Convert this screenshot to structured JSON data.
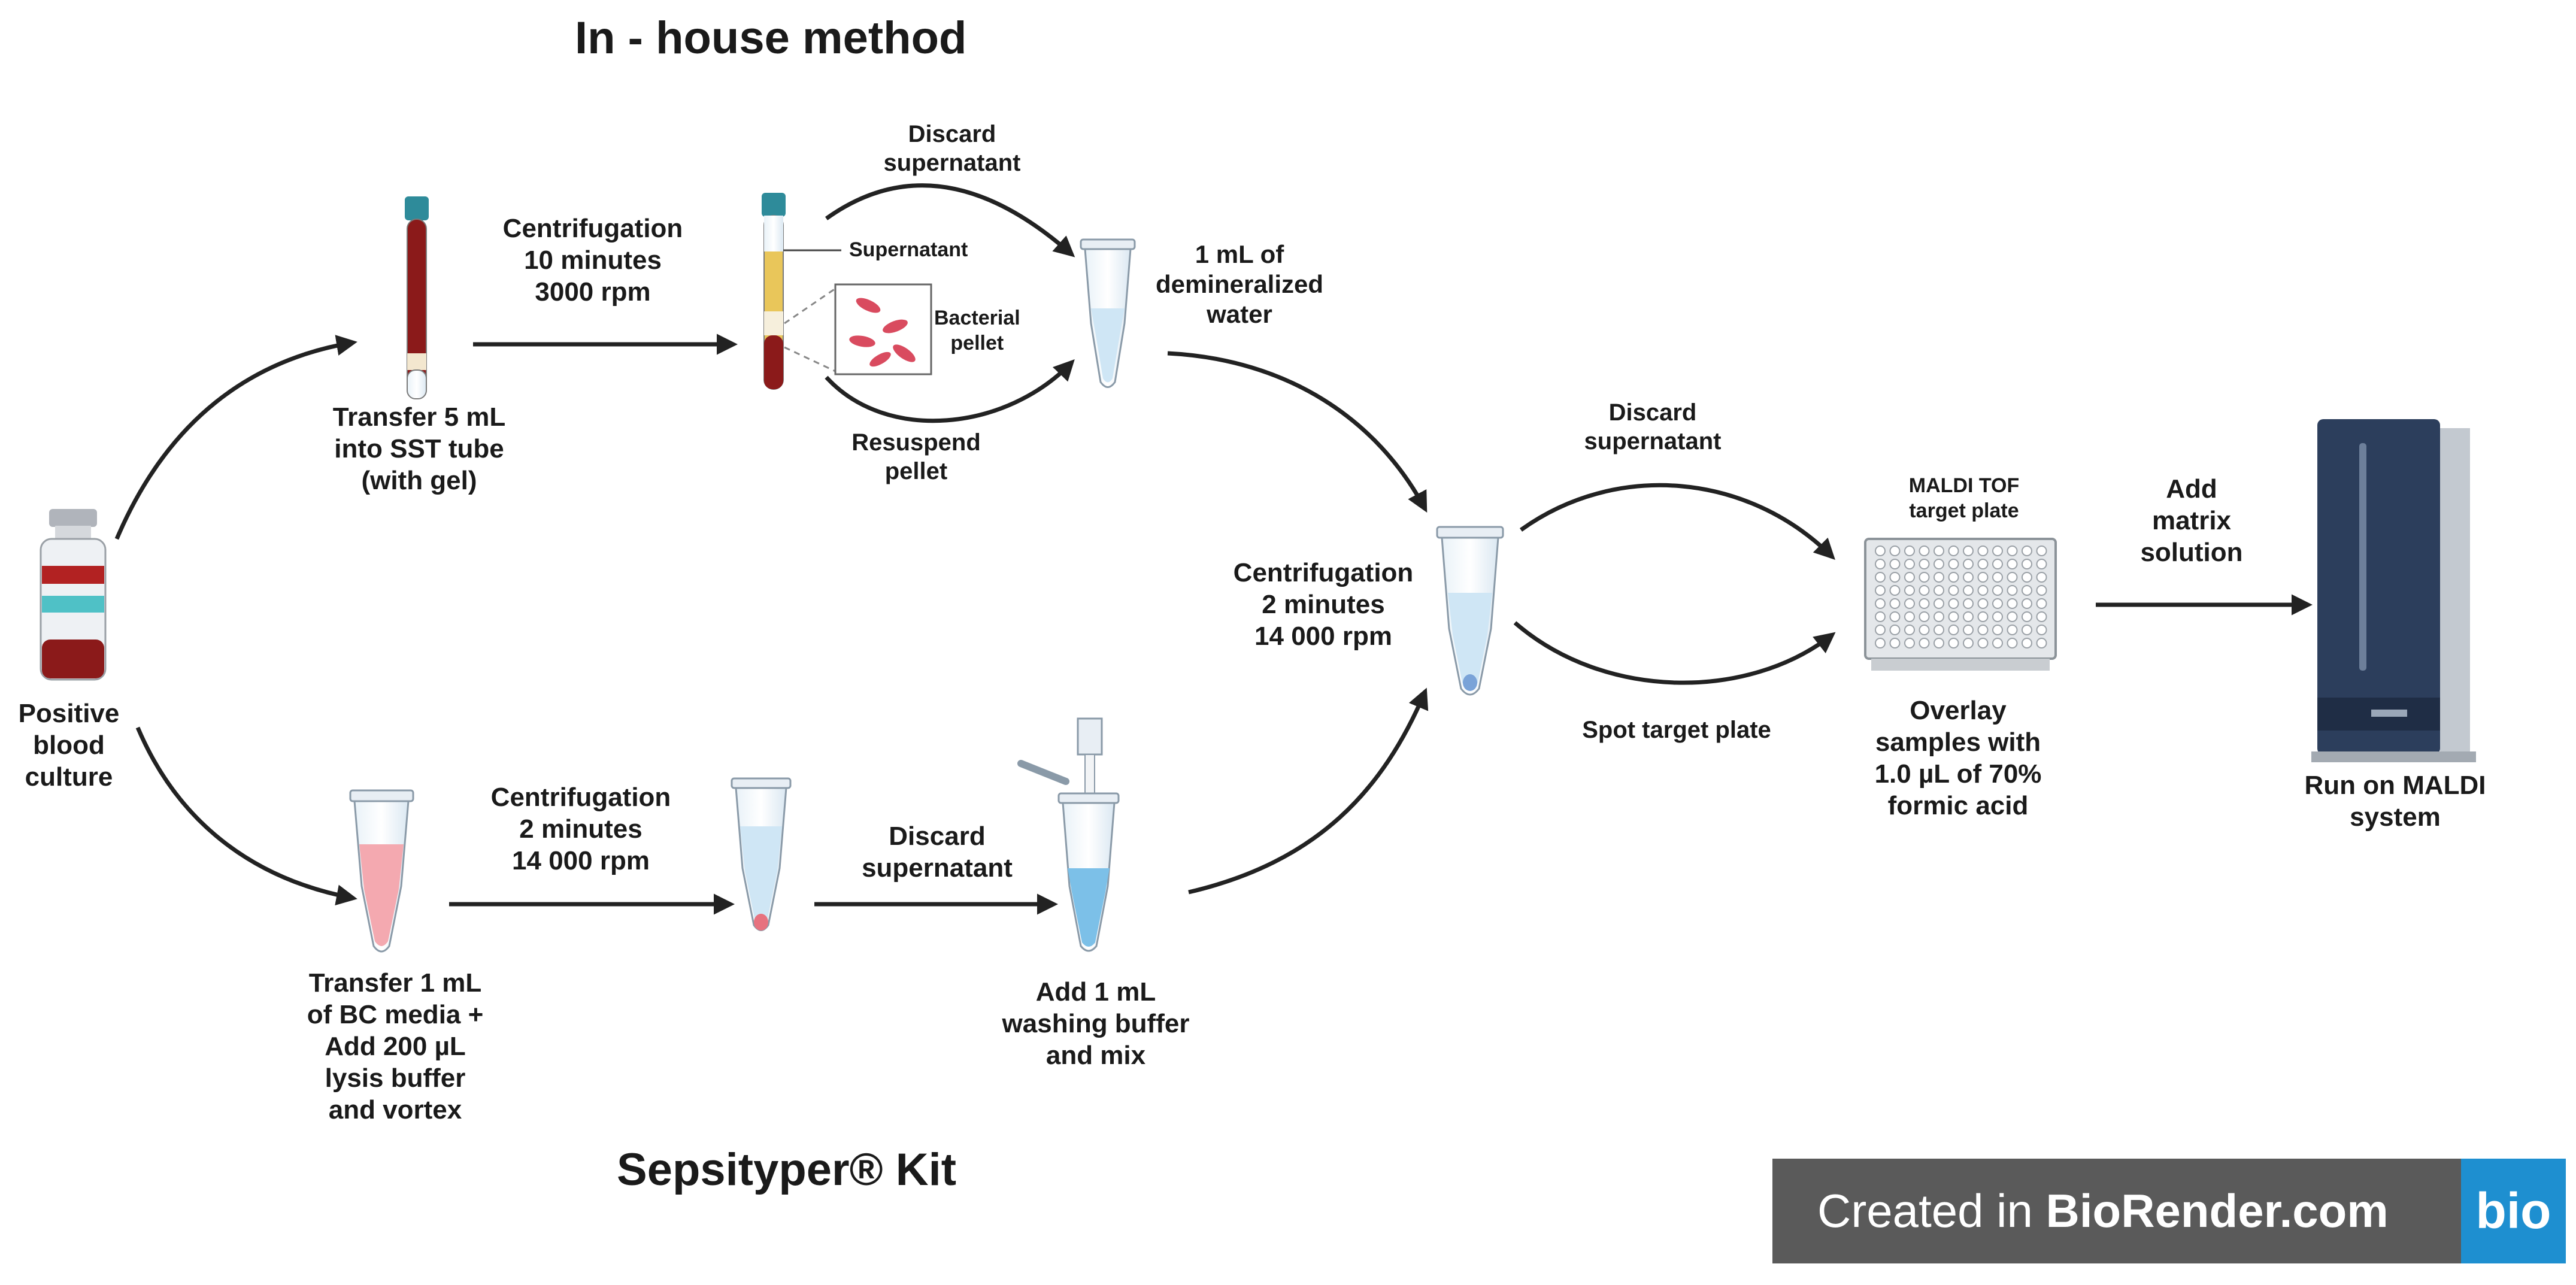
{
  "titles": {
    "top": "In - house method",
    "bottom": "Sepsityper® Kit"
  },
  "labels": {
    "positive_culture": [
      "Positive",
      "blood",
      "culture"
    ],
    "transfer_sst": [
      "Transfer 5 mL",
      "into SST tube",
      "(with gel)"
    ],
    "centrifuge_10": [
      "Centrifugation",
      "10 minutes",
      "3000 rpm"
    ],
    "supernatant": "Supernatant",
    "bacterial_pellet": [
      "Bacterial",
      "pellet"
    ],
    "discard_top": [
      "Discard",
      "supernatant"
    ],
    "resuspend": [
      "Resuspend",
      "pellet"
    ],
    "water": [
      "1 mL  of",
      "demineralized",
      "water"
    ],
    "centrifuge_2_mid": [
      "Centrifugation",
      "2 minutes",
      "14 000 rpm"
    ],
    "discard_right": [
      "Discard",
      "supernatant"
    ],
    "spot_target": "Spot target plate",
    "maldi_target": [
      "MALDI TOF",
      "target plate"
    ],
    "overlay": [
      "Overlay",
      "samples with",
      "1.0 µL of 70%",
      "formic acid"
    ],
    "add_matrix": [
      "Add",
      "matrix",
      "solution"
    ],
    "run_maldi": [
      "Run on MALDI",
      "system"
    ],
    "transfer_bc": [
      "Transfer 1 mL",
      "of BC media +",
      "Add 200 µL",
      "lysis buffer",
      "and vortex"
    ],
    "centrifuge_2_bottom": [
      "Centrifugation",
      "2 minutes",
      "14 000 rpm"
    ],
    "discard_bottom": [
      "Discard",
      "supernatant"
    ],
    "add_wash": [
      "Add 1 mL",
      "washing buffer",
      "and mix"
    ]
  },
  "badge": {
    "prefix": "Created in ",
    "brand": "BioRender.com",
    "logo": "bio"
  },
  "colors": {
    "blood": "#8b1a1a",
    "tube_cap": "#2e8b9a",
    "pink_media": "#f4a9b0",
    "light_blue": "#cfe6f5",
    "instrument": "#2c3e5c",
    "badge_bg": "#5a5a5a",
    "badge_logo": "#1e8fd0"
  }
}
